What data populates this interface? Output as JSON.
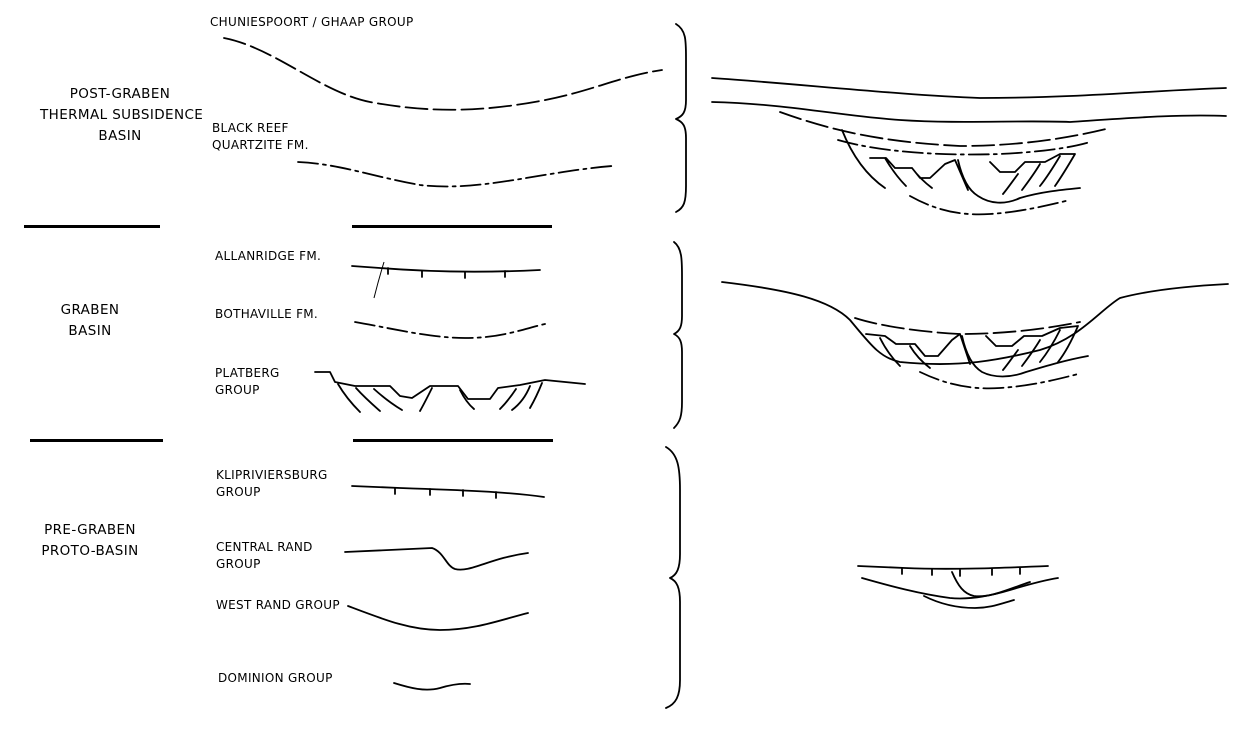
{
  "stages": [
    {
      "title_lines": [
        "POST-GRABEN",
        "THERMAL SUBSIDENCE",
        "BASIN"
      ]
    },
    {
      "title_lines": [
        "GRABEN",
        "BASIN"
      ]
    },
    {
      "title_lines": [
        "PRE-GRABEN",
        "PROTO-BASIN"
      ]
    }
  ],
  "units": [
    {
      "lines": [
        "CHUNIESPOORT / GHAAP GROUP"
      ]
    },
    {
      "lines": [
        "BLACK REEF",
        "QUARTZITE FM."
      ]
    },
    {
      "lines": [
        "ALLANRIDGE FM."
      ]
    },
    {
      "lines": [
        "BOTHAVILLE FM."
      ]
    },
    {
      "lines": [
        "PLATBERG",
        "GROUP"
      ]
    },
    {
      "lines": [
        "KLIPRIVIERSBURG",
        "GROUP"
      ]
    },
    {
      "lines": [
        "CENTRAL RAND",
        "GROUP"
      ]
    },
    {
      "lines": [
        "WEST RAND GROUP"
      ]
    },
    {
      "lines": [
        "DOMINION GROUP"
      ]
    }
  ]
}
